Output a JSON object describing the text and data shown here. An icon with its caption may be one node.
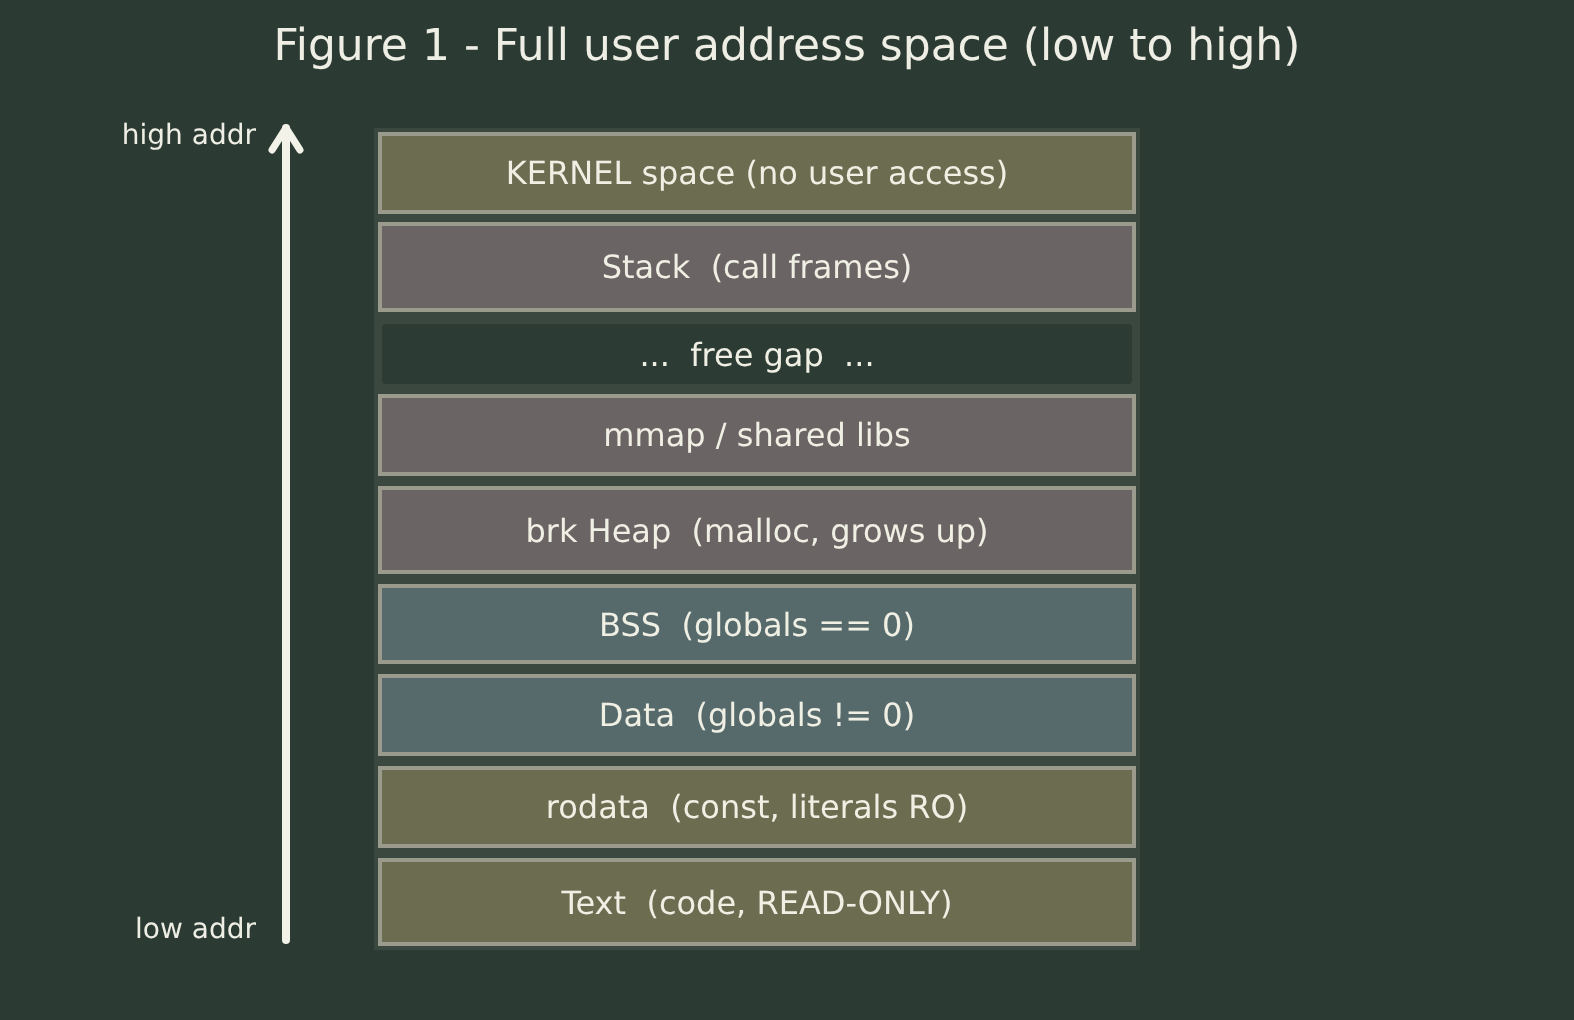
{
  "diagram": {
    "title": "Figure 1 - Full user address space (low to high)",
    "nodes": [
      {
        "text": [
          "KERNEL space (no user access)"
        ]
      },
      {
        "text": [
          "Stack  (call frames)"
        ]
      },
      {
        "text": [
          "...  free gap  ..."
        ]
      },
      {
        "text": [
          "mmap / shared libs"
        ]
      },
      {
        "text": [
          "brk Heap  (malloc, grows up)"
        ]
      },
      {
        "text": [
          "BSS  (globals == 0)"
        ]
      },
      {
        "text": [
          "Data  (globals != 0)"
        ]
      },
      {
        "text": [
          "rodata  (const, literals RO)"
        ]
      },
      {
        "text": [
          "Text  (code, READ-ONLY)"
        ]
      }
    ],
    "labels": [
      "high addr",
      "low addr"
    ]
  }
}
